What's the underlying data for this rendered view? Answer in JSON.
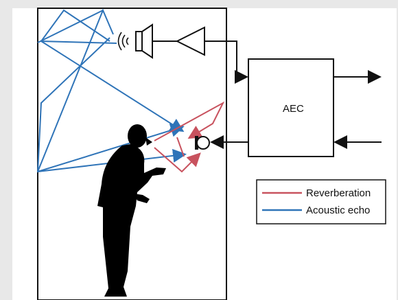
{
  "diagram": {
    "aec_label": "AEC",
    "legend": {
      "items": [
        {
          "label": "Reverberation",
          "color": "#c8525e"
        },
        {
          "label": "Acoustic echo",
          "color": "#2f74b8"
        }
      ]
    },
    "colors": {
      "background": "#e8e8e8",
      "canvas": "#ffffff",
      "line": "#111111",
      "reverberation": "#c8525e",
      "echo": "#2f74b8"
    },
    "icons": [
      "speaker-icon",
      "amplifier-icon",
      "microphone-icon",
      "person-icon",
      "sound-waves-icon"
    ]
  }
}
